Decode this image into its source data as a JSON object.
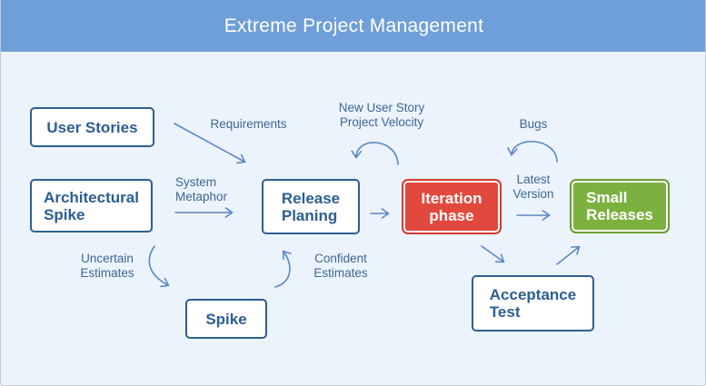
{
  "header": {
    "title": "Extreme Project Management"
  },
  "diagram": {
    "nodes": {
      "user_stories": {
        "label": "User Stories"
      },
      "architectural_spike": {
        "label": "Architectural\nSpike"
      },
      "release_planing": {
        "label": "Release\nPlaning"
      },
      "iteration_phase": {
        "label": "Iteration\nphase"
      },
      "small_releases": {
        "label": "Small\nReleases"
      },
      "spike": {
        "label": "Spike"
      },
      "acceptance_test": {
        "label": "Acceptance\nTest"
      }
    },
    "edge_labels": {
      "requirements": "Requirements",
      "system_metaphor": "System\nMetaphor",
      "new_user_story_project_velocity": "New User Story\nProject Velocity",
      "bugs": "Bugs",
      "latest_version": "Latest\nVersion",
      "uncertain_estimates": "Uncertain\nEstimates",
      "confident_estimates": "Confident\nEstimates"
    },
    "colors": {
      "header_bg": "#6f9fd8",
      "canvas_bg": "#ebf3fc",
      "node_border": "#2e5f92",
      "node_text": "#2b5e92",
      "arrow": "#5b87c4",
      "label_text": "#3e6795",
      "iteration_fill": "#e2493e",
      "iteration_border": "#d43a2f",
      "releases_fill": "#7cb140",
      "releases_border": "#699f31"
    }
  }
}
